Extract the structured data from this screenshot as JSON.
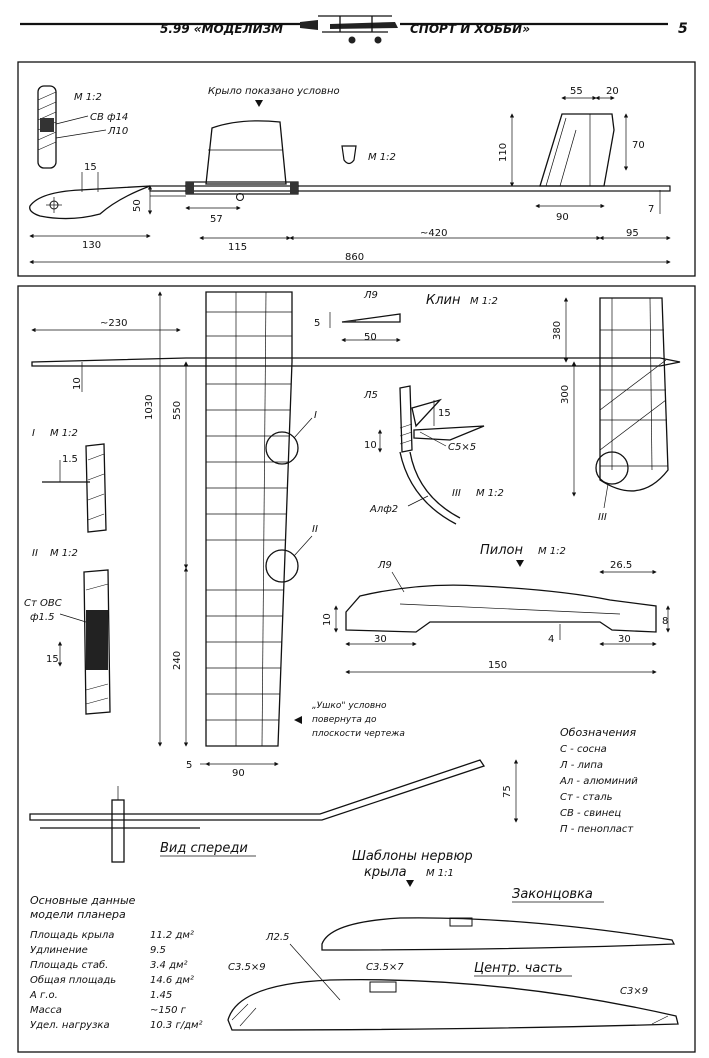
{
  "header": {
    "issue": "5.99 «МОДЕЛИЗМ",
    "section": "СПОРТ И ХОББИ»",
    "page_number": "5"
  },
  "side_view": {
    "note": "Крыло показано условно",
    "scale_hook": "M 1:2",
    "scale_badge": "M 1:2",
    "ballast": "СВ ф14",
    "linden": "Л10",
    "dims": {
      "d15": "15",
      "d50": "50",
      "d57": "57",
      "d130": "130",
      "d115": "115",
      "d420": "~420",
      "d95": "95",
      "d860": "860",
      "d55": "55",
      "d20": "20",
      "d70": "70",
      "d110": "110",
      "d90": "90",
      "d7": "7"
    }
  },
  "plan_view": {
    "dims": {
      "d230": "~230",
      "d10": "10",
      "d1030": "1030",
      "d550": "550",
      "d240": "240",
      "d5": "5",
      "d90": "90",
      "d380": "380",
      "d300": "300"
    },
    "section_I": "I",
    "section_II": "II",
    "section_III": "III",
    "ear_note_1": "„Ушко\" условно",
    "ear_note_2": "повернута до",
    "ear_note_3": "плоскости чертежа"
  },
  "wedge": {
    "title": "Клин",
    "scale": "M 1:2",
    "material": "Л9",
    "d5": "5",
    "d50": "50"
  },
  "detail_III": {
    "label": "III",
    "scale": "M 1:2",
    "l5": "Л5",
    "d15": "15",
    "d10": "10",
    "c5x5": "С5×5",
    "al2": "Алф2"
  },
  "detail_I": {
    "label": "I",
    "scale": "M 1:2",
    "d15": "1.5"
  },
  "detail_II": {
    "label": "II",
    "scale": "M 1:2",
    "wire_1": "Ст ОВС",
    "wire_2": "ф1.5",
    "d15": "15"
  },
  "pylon": {
    "title": "Пилон",
    "scale": "M 1:2",
    "material": "Л9",
    "d26": "26.5",
    "d10": "10",
    "d8": "8",
    "d4": "4",
    "d30a": "30",
    "d30b": "30",
    "d150": "150"
  },
  "legend": {
    "title": "Обозначения",
    "items": [
      "С - сосна",
      "Л - липа",
      "Ал - алюминий",
      "Ст - сталь",
      "СВ - свинец",
      "П - пенопласт"
    ]
  },
  "front_view": {
    "title": "Вид спереди",
    "d75": "75"
  },
  "rib_templates": {
    "title_1": "Шаблоны нервюр",
    "title_2": "крыла",
    "scale": "M 1:1",
    "tip": "Законцовка",
    "center": "Центр. часть",
    "l25": "Л2.5",
    "c35x9": "С3.5×9",
    "c35x7": "С3.5×7",
    "c3x9": "С3×9"
  },
  "specs": {
    "title_1": "Основные данные",
    "title_2": "модели планера",
    "rows": [
      {
        "label": "Площадь крыла",
        "value": "11.2 дм²"
      },
      {
        "label": "Удлинение",
        "value": "9.5"
      },
      {
        "label": "Площадь стаб.",
        "value": "3.4 дм²"
      },
      {
        "label": "Общая площадь",
        "value": "14.6 дм²"
      },
      {
        "label": "А г.о.",
        "value": "1.45"
      },
      {
        "label": "Масса",
        "value": "~150 г"
      },
      {
        "label": "Удел. нагрузка",
        "value": "10.3 г/дм²"
      }
    ]
  }
}
